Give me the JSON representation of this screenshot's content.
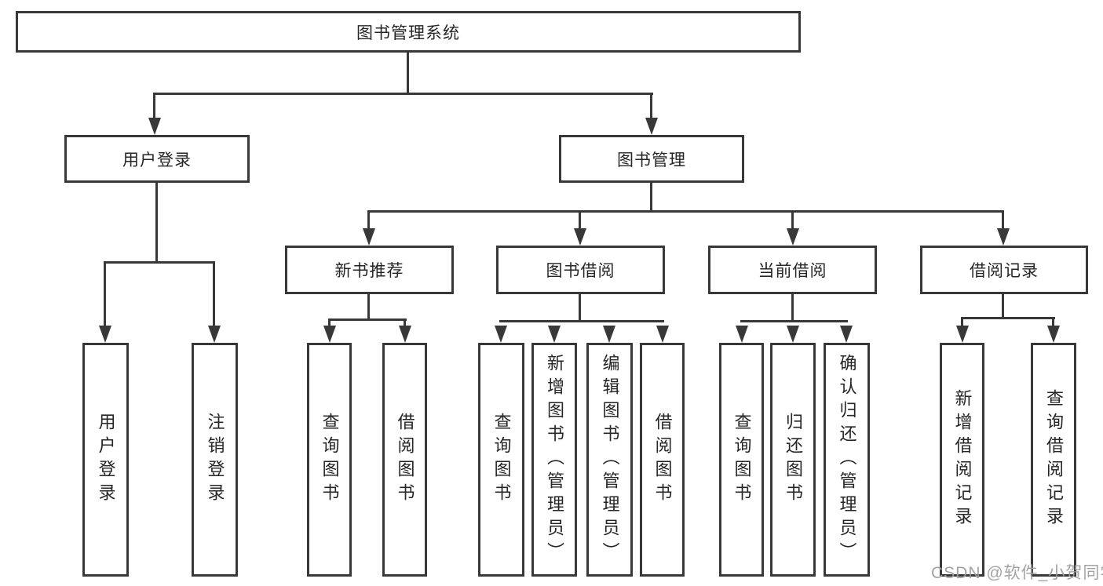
{
  "diagram": {
    "title": "图书管理系统",
    "tree": {
      "label": "图书管理系统",
      "children": [
        {
          "label": "用户登录",
          "children": [
            {
              "label": "用户登录"
            },
            {
              "label": "注销登录"
            }
          ]
        },
        {
          "label": "图书管理",
          "children": [
            {
              "label": "新书推荐",
              "children": [
                {
                  "label": "查询图书"
                },
                {
                  "label": "借阅图书"
                }
              ]
            },
            {
              "label": "图书借阅",
              "children": [
                {
                  "label": "查询图书"
                },
                {
                  "label": "新增图书（管理员）"
                },
                {
                  "label": "编辑图书（管理员）"
                },
                {
                  "label": "借阅图书"
                }
              ]
            },
            {
              "label": "当前借阅",
              "children": [
                {
                  "label": "查询图书"
                },
                {
                  "label": "归还图书"
                },
                {
                  "label": "确认归还（管理员）"
                }
              ]
            },
            {
              "label": "借阅记录",
              "children": [
                {
                  "label": "新增借阅记录"
                },
                {
                  "label": "查询借阅记录"
                }
              ]
            }
          ]
        }
      ]
    },
    "colors": {
      "line": "#383838",
      "text": "#262626",
      "background": "#ffffff",
      "watermark": "#9e9e9e"
    }
  },
  "watermark": {
    "text": "CSDN @软件_小贺同学"
  }
}
